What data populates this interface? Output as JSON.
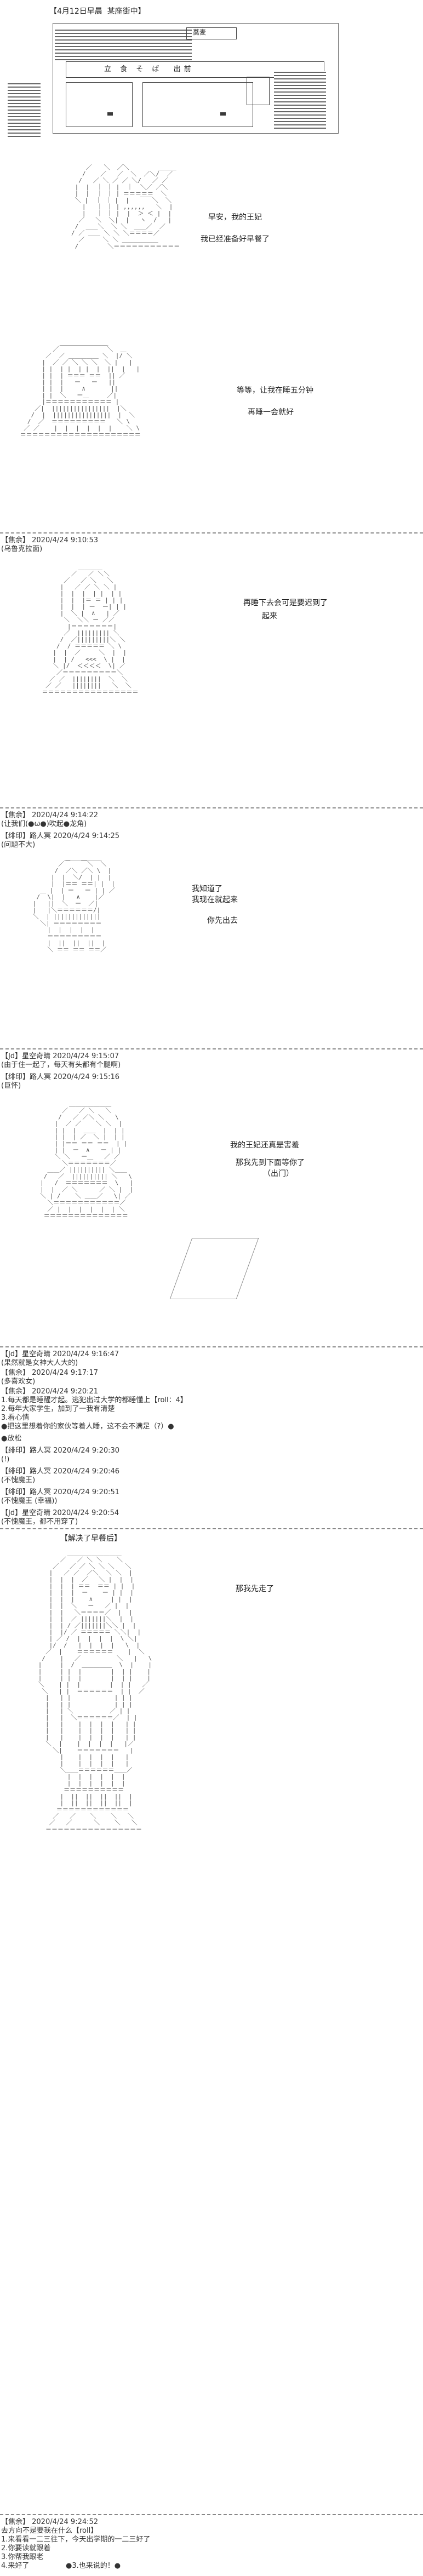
{
  "header": {
    "caption": "【4月12日早晨  某座街中】"
  },
  "storefront": {
    "sign": "立 食 そ ば  出前",
    "kanji": "蕎麦"
  },
  "panel1": {
    "line1": "早安，我的王妃",
    "line2": "我已经准备好早餐了"
  },
  "panel2": {
    "line1": "等等，让我在睡五分钟",
    "line2": "再睡一会就好"
  },
  "post1": {
    "meta": "【焦余】 2020/4/24 9:10:53",
    "body": "(乌鲁克拉面)"
  },
  "panel3": {
    "line1": "再睡下去会可是要迟到了",
    "line2": "起来"
  },
  "post2": {
    "meta": "【焦余】 2020/4/24 9:14:22",
    "body": "(让我们(●ω●)吹起●龙角)"
  },
  "post3": {
    "meta": "【绯印】路人冥 2020/4/24 9:14:25",
    "body": "(问题不大)"
  },
  "panel4": {
    "line1": "我知道了",
    "line2": "我现在就起来",
    "line3": "你先出去"
  },
  "post4": {
    "meta": "【Jd】星空奇睛 2020/4/24 9:15:07",
    "body": "(由于住一起了，每天有头都有个腿啊)"
  },
  "post5": {
    "meta": "【绯印】路人冥 2020/4/24 9:15:16",
    "body": "(巨怀)"
  },
  "panel5": {
    "line1": "我的王妃还真是害羞",
    "line2": "那我先到下面等你了",
    "line3": "（出门）"
  },
  "post6": {
    "meta": "【Jd】星空奇睛 2020/4/24 9:16:47",
    "body": "(果然就是女神大人大的)"
  },
  "post7": {
    "meta": "【焦余】 2020/4/24 9:17:17",
    "body": "(多喜欢女)"
  },
  "post8": {
    "meta": "【焦余】 2020/4/24 9:20:21",
    "lines": [
      "1.每天都是睡醒才起。逃犯出过大学的都睡懂上【roll：4】",
      "2.每年大家学生，加到了一我有清楚",
      "3.看心情",
      "●把这里想着你的家伙等着人睡，这不会不满足（?）●"
    ]
  },
  "post8b": {
    "body": "●放松"
  },
  "post9": {
    "meta": "【绯印】路人冥 2020/4/24 9:20:30",
    "body": "(!)"
  },
  "post10": {
    "meta": "【绯印】路人冥 2020/4/24 9:20:46",
    "body": "(不愧魔王)"
  },
  "post11": {
    "meta": "【绯印】路人冥 2020/4/24 9:20:51",
    "body": "(不愧魔王 (幸福))"
  },
  "post12": {
    "meta": "【Jd】星空奇睛 2020/4/24 9:20:54",
    "body": "(不愧魔王，都不用穿了)"
  },
  "panel6": {
    "caption": "【解决了早餐后】",
    "line1": "那我先走了"
  },
  "post13": {
    "meta": "【焦余】 2020/4/24 9:24:52",
    "lines": [
      "去方向不是要我在什么【roll】",
      "1.来看看一二三往下，今天出学期的一二三好了",
      "2.你要读就跟着",
      "3.你帮我跟老",
      "4.来好了"
    ]
  },
  "post14": {
    "body": "●3.也来说的！●"
  }
}
